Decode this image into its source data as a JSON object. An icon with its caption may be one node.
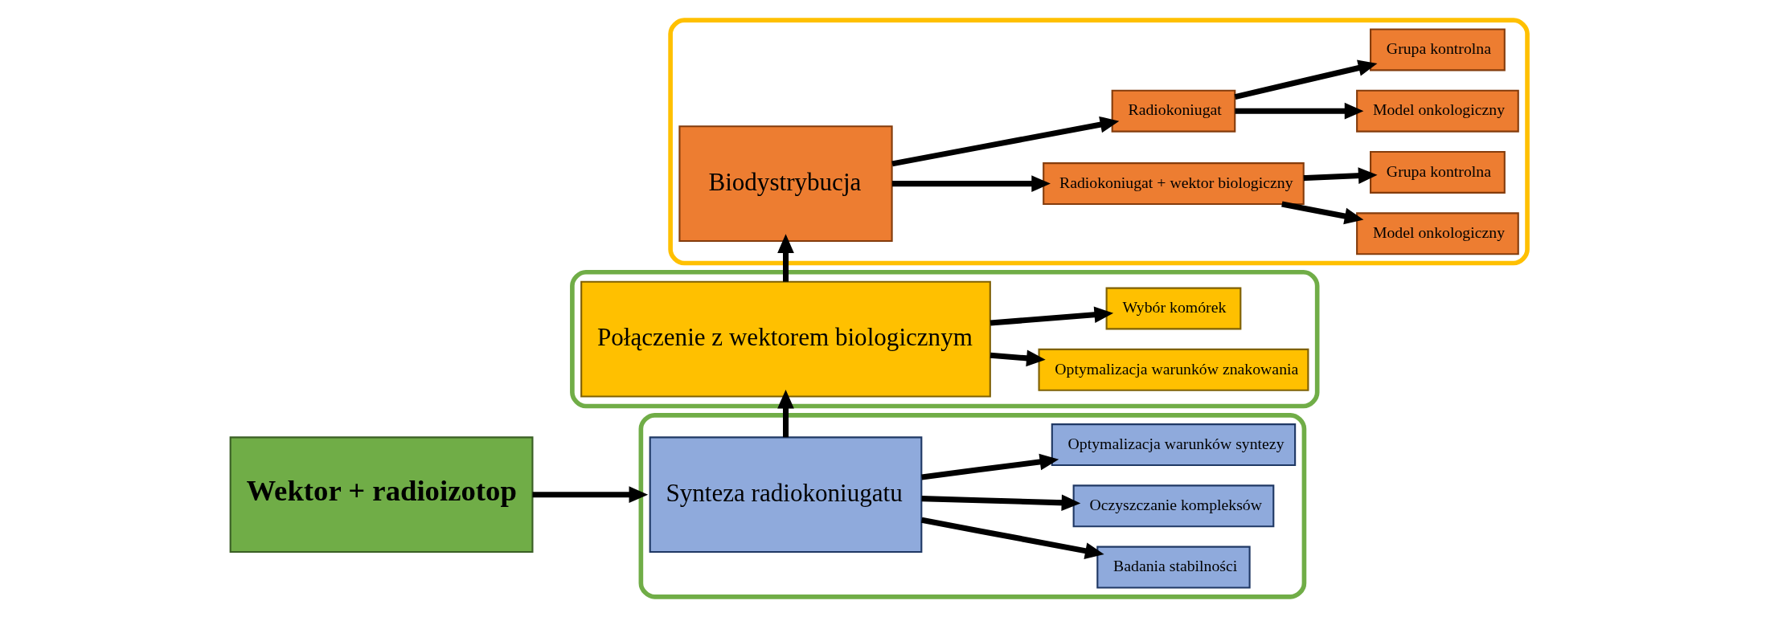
{
  "diagram": {
    "nodes": [
      {
        "text": [
          "Wektor + radioizotop"
        ]
      },
      {
        "text": [],
        "shape": "box"
      },
      {
        "text": [
          "Synteza radiokoniugatu"
        ],
        "in": 1
      },
      {
        "text": [
          "Optymalizacja warunków syntezy"
        ],
        "in": 1
      },
      {
        "text": [
          "Oczyszczanie kompleksów"
        ],
        "in": 1
      },
      {
        "text": [
          "Badania stabilności"
        ],
        "in": 1
      },
      {
        "text": [],
        "shape": "box"
      },
      {
        "text": [
          "Połączenie z wektorem biologicznym"
        ],
        "in": 6
      },
      {
        "text": [
          "Wybór komórek"
        ],
        "in": 6
      },
      {
        "text": [
          "Optymalizacja warunków znakowania"
        ],
        "in": 6
      },
      {
        "text": [],
        "shape": "box"
      },
      {
        "text": [
          "Biodystrybucja"
        ],
        "in": 10
      },
      {
        "text": [
          "Radiokoniugat"
        ],
        "in": 10
      },
      {
        "text": [
          "Radiokoniugat + wektor biologiczny"
        ],
        "in": 10
      },
      {
        "text": [
          "Grupa kontrolna"
        ],
        "in": 10
      },
      {
        "text": [
          "Model onkologiczny"
        ],
        "in": 10
      },
      {
        "text": [
          "Grupa kontrolna"
        ],
        "in": 10
      },
      {
        "text": [
          "Model onkologiczny"
        ],
        "in": 10
      }
    ],
    "edges": [
      {
        "from": 0,
        "to": 1,
        "arrow": "to"
      },
      {
        "from": 2,
        "to": 3,
        "arrow": "to"
      },
      {
        "from": 2,
        "to": 4,
        "arrow": "to"
      },
      {
        "from": 2,
        "to": 5,
        "arrow": "to"
      },
      {
        "from": 2,
        "to": 7,
        "arrow": "to"
      },
      {
        "from": 7,
        "to": 8,
        "arrow": "to"
      },
      {
        "from": 7,
        "to": 9,
        "arrow": "to"
      },
      {
        "from": 7,
        "to": 11,
        "arrow": "to"
      },
      {
        "from": 11,
        "to": 12,
        "arrow": "to"
      },
      {
        "from": 11,
        "to": 13,
        "arrow": "to"
      },
      {
        "from": 12,
        "to": 14,
        "arrow": "to"
      },
      {
        "from": 12,
        "to": 15,
        "arrow": "to"
      },
      {
        "from": 13,
        "to": 16,
        "arrow": "to"
      },
      {
        "from": 13,
        "to": 17,
        "arrow": "to"
      }
    ]
  }
}
